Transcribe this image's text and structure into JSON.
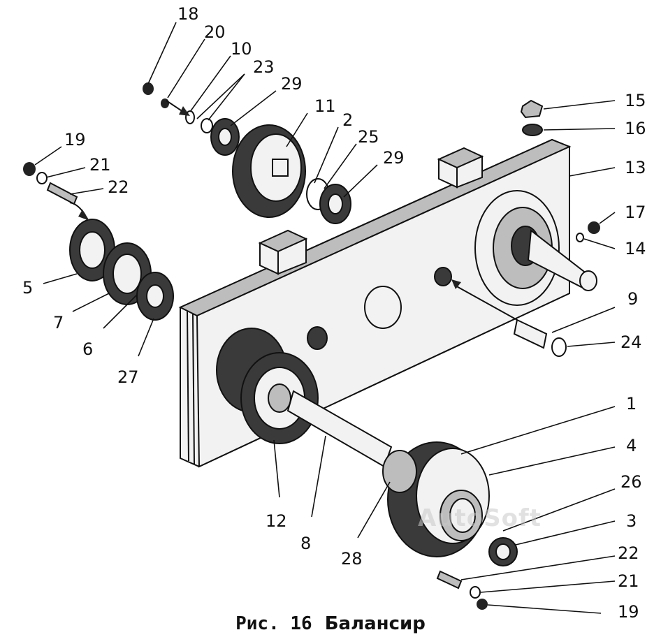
{
  "caption": {
    "fig_number": "Рис. 16",
    "title": "Балансир"
  },
  "watermark": "AutoSoft",
  "callouts": {
    "c18": "18",
    "c20": "20",
    "c10": "10",
    "c23": "23",
    "c29a": "29",
    "c11": "11",
    "c2": "2",
    "c25": "25",
    "c29b": "29",
    "c19a": "19",
    "c21a": "21",
    "c22a": "22",
    "c5": "5",
    "c7": "7",
    "c6": "6",
    "c27": "27",
    "c15": "15",
    "c16": "16",
    "c13": "13",
    "c17": "17",
    "c14": "14",
    "c9": "9",
    "c24": "24",
    "c1": "1",
    "c4": "4",
    "c26": "26",
    "c3": "3",
    "c22b": "22",
    "c21b": "21",
    "c19b": "19",
    "c12": "12",
    "c8": "8",
    "c28": "28"
  }
}
